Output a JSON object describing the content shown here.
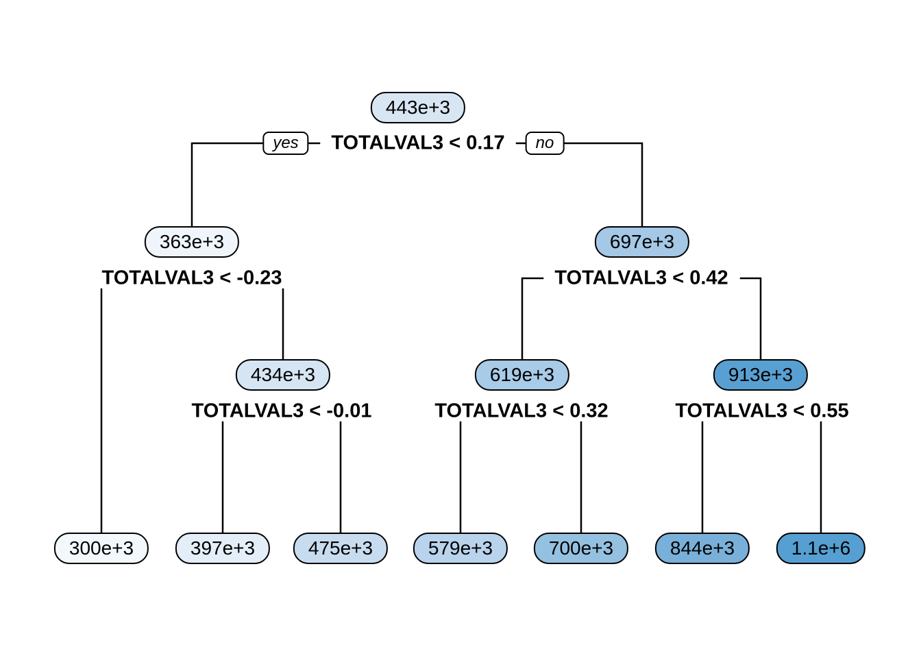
{
  "diagram": {
    "type": "decision-tree",
    "split_variable": "TOTALVAL3",
    "branch_tags": {
      "yes": "yes",
      "no": "no"
    },
    "splits": {
      "root": {
        "label": "TOTALVAL3 < 0.17"
      },
      "l": {
        "label": "TOTALVAL3 < -0.23"
      },
      "lr": {
        "label": "TOTALVAL3 < -0.01"
      },
      "r": {
        "label": "TOTALVAL3 < 0.42"
      },
      "rl": {
        "label": "TOTALVAL3 < 0.32"
      },
      "rr": {
        "label": "TOTALVAL3 < 0.55"
      }
    },
    "nodes": {
      "root": {
        "value": "443e+3",
        "fill": "#d8e6f4"
      },
      "l": {
        "value": "363e+3",
        "fill": "#eff5fb"
      },
      "r": {
        "value": "697e+3",
        "fill": "#a4c8e6"
      },
      "lr": {
        "value": "434e+3",
        "fill": "#d6e5f3"
      },
      "rl": {
        "value": "619e+3",
        "fill": "#a8cbe8"
      },
      "rr": {
        "value": "913e+3",
        "fill": "#59a0d2"
      },
      "ll_leaf": {
        "value": "300e+3",
        "fill": "#f2f8fc"
      },
      "lrl_leaf": {
        "value": "397e+3",
        "fill": "#e4eef8"
      },
      "lrr_leaf": {
        "value": "475e+3",
        "fill": "#c8dcf0"
      },
      "rll_leaf": {
        "value": "579e+3",
        "fill": "#b9d3ec"
      },
      "rlr_leaf": {
        "value": "700e+3",
        "fill": "#95c1e1"
      },
      "rrl_leaf": {
        "value": "844e+3",
        "fill": "#79b0d9"
      },
      "rrr_leaf": {
        "value": "1.1e+6",
        "fill": "#559fd2"
      }
    },
    "edge_color": "#000000"
  }
}
